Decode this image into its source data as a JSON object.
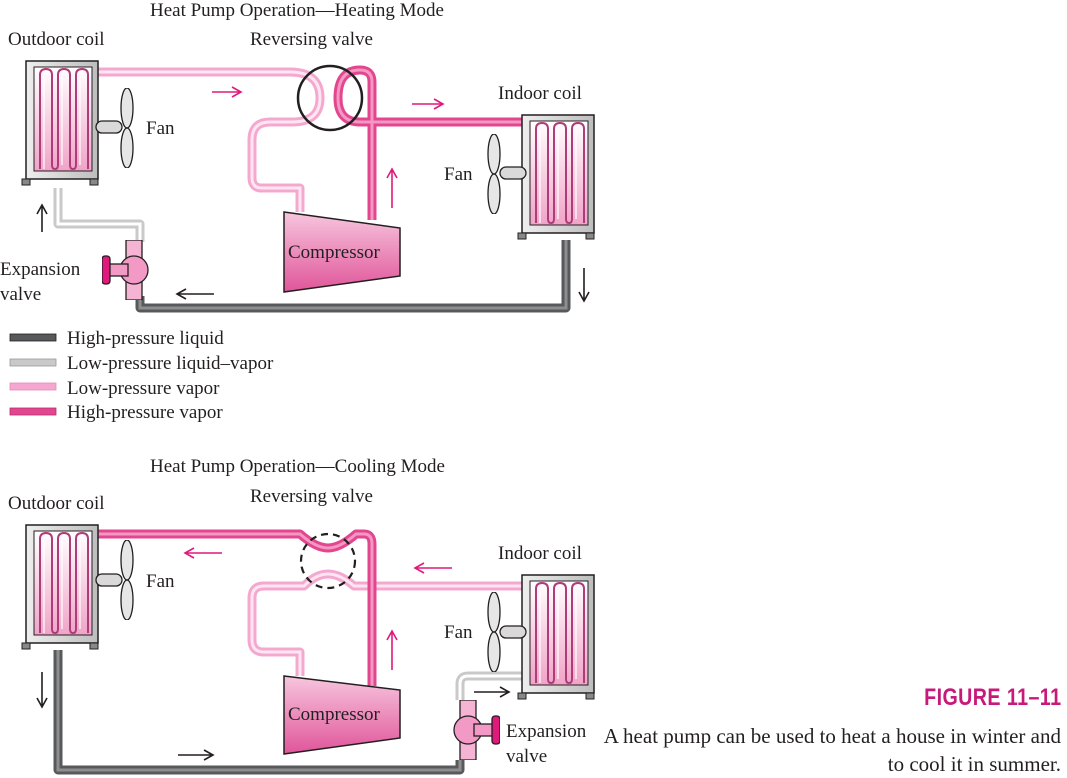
{
  "heating": {
    "title": "Heat Pump Operation—Heating Mode",
    "outdoor_coil": "Outdoor coil",
    "reversing_valve": "Reversing valve",
    "indoor_coil": "Indoor coil",
    "fan_outdoor": "Fan",
    "fan_indoor": "Fan",
    "compressor": "Compressor",
    "expansion_line1": "Expansion",
    "expansion_line2": "valve"
  },
  "legend": [
    {
      "label": "High-pressure liquid",
      "color": "#58595b"
    },
    {
      "label": "Low-pressure liquid–vapor",
      "color": "#c9c9c9"
    },
    {
      "label": "Low-pressure vapor",
      "color": "#f4a8cf"
    },
    {
      "label": "High-pressure vapor",
      "color": "#e2468f"
    }
  ],
  "cooling": {
    "title": "Heat Pump Operation—Cooling Mode",
    "outdoor_coil": "Outdoor coil",
    "reversing_valve": "Reversing valve",
    "indoor_coil": "Indoor coil",
    "fan_outdoor": "Fan",
    "fan_indoor": "Fan",
    "compressor": "Compressor",
    "expansion_line1": "Expansion",
    "expansion_line2": "valve"
  },
  "figure": {
    "label": "FIGURE 11–11",
    "caption": "A heat pump can be used to heat a house in winter and to cool it in summer."
  },
  "colors": {
    "high_pressure_liquid": "#58595b",
    "low_pressure_liquid_vapor": "#c9c9c9",
    "low_pressure_vapor": "#f4a8cf",
    "high_pressure_vapor": "#e2468f",
    "arrow_magenta": "#e0197d",
    "figure_label": "#c8197b"
  }
}
